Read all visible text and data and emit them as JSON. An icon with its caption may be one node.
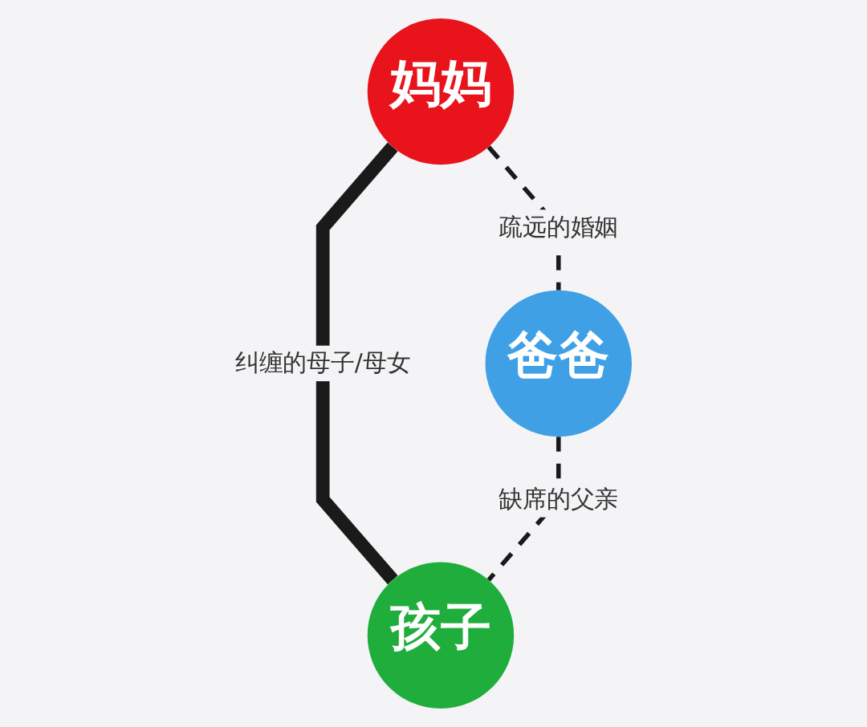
{
  "diagram": {
    "nodes": [
      {
        "text": [
          "妈妈"
        ]
      },
      {
        "text": [
          "爸爸"
        ]
      },
      {
        "text": [
          "孩子"
        ]
      }
    ],
    "edges": [
      {
        "from": 0,
        "to": 1,
        "arrow": "none",
        "label": "疏远的婚姻",
        "style": "dashed"
      },
      {
        "from": 0,
        "to": 2,
        "arrow": "none",
        "label": "纠缠的母子/母女",
        "style": "thick"
      },
      {
        "from": 1,
        "to": 2,
        "arrow": "none",
        "label": "缺席的父亲",
        "style": "dashed"
      }
    ]
  }
}
